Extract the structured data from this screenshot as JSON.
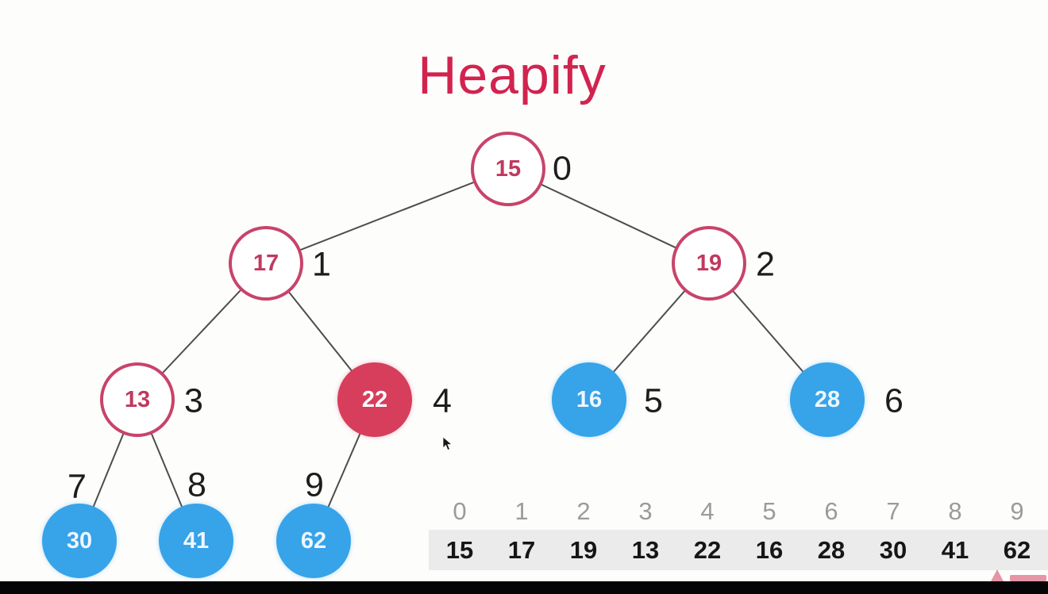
{
  "title": "Heapify",
  "tree": {
    "description": "Binary max-heap build (heapify) visualization",
    "nodes": [
      {
        "value": "15",
        "index": "0",
        "style": "outline"
      },
      {
        "value": "17",
        "index": "1",
        "style": "outline"
      },
      {
        "value": "19",
        "index": "2",
        "style": "outline"
      },
      {
        "value": "13",
        "index": "3",
        "style": "outline"
      },
      {
        "value": "22",
        "index": "4",
        "style": "filled-red"
      },
      {
        "value": "16",
        "index": "5",
        "style": "filled-blue"
      },
      {
        "value": "28",
        "index": "6",
        "style": "filled-blue"
      },
      {
        "value": "30",
        "index": "7",
        "style": "filled-blue"
      },
      {
        "value": "41",
        "index": "8",
        "style": "filled-blue"
      },
      {
        "value": "62",
        "index": "9",
        "style": "filled-blue"
      }
    ],
    "edges": [
      [
        0,
        1
      ],
      [
        0,
        2
      ],
      [
        1,
        3
      ],
      [
        1,
        4
      ],
      [
        2,
        5
      ],
      [
        2,
        6
      ],
      [
        3,
        7
      ],
      [
        3,
        8
      ],
      [
        4,
        9
      ]
    ]
  },
  "array": {
    "indices": [
      "0",
      "1",
      "2",
      "3",
      "4",
      "5",
      "6",
      "7",
      "8",
      "9"
    ],
    "values": [
      "15",
      "17",
      "19",
      "13",
      "22",
      "16",
      "28",
      "30",
      "41",
      "62"
    ]
  },
  "colors": {
    "accent_crimson": "#d2234f",
    "node_outline": "#c8436a",
    "node_filled_red": "#d63e5c",
    "node_filled_blue": "#37a3e9",
    "array_band": "#ebebeb",
    "index_gray": "#9b9b9b"
  }
}
